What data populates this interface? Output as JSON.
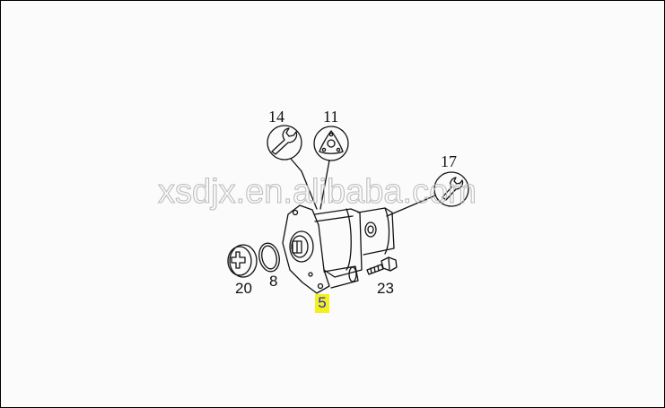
{
  "diagram": {
    "type": "exploded parts diagram",
    "subject": "pump assembly",
    "highlighted_part": "5",
    "colors": {
      "background": "#fbfbfb",
      "line": "#111111",
      "highlight_fill": "#f5f01a",
      "highlight_text": "#1a2ad6",
      "watermark": "#bdbdbd"
    }
  },
  "callouts": [
    {
      "id": "14",
      "label": "14",
      "icon": "wrench-icon"
    },
    {
      "id": "11",
      "label": "11",
      "icon": "triangle-bolt-pattern-icon"
    },
    {
      "id": "17",
      "label": "17",
      "icon": "wrench-icon"
    },
    {
      "id": "20",
      "label": "20",
      "part": "cap-with-cross"
    },
    {
      "id": "8",
      "label": "8",
      "part": "o-ring"
    },
    {
      "id": "23",
      "label": "23",
      "part": "bolt"
    },
    {
      "id": "5",
      "label": "5",
      "part": "pump-body",
      "highlighted": true
    }
  ],
  "watermark": {
    "text": "xsdjx.en.alibaba.com"
  }
}
